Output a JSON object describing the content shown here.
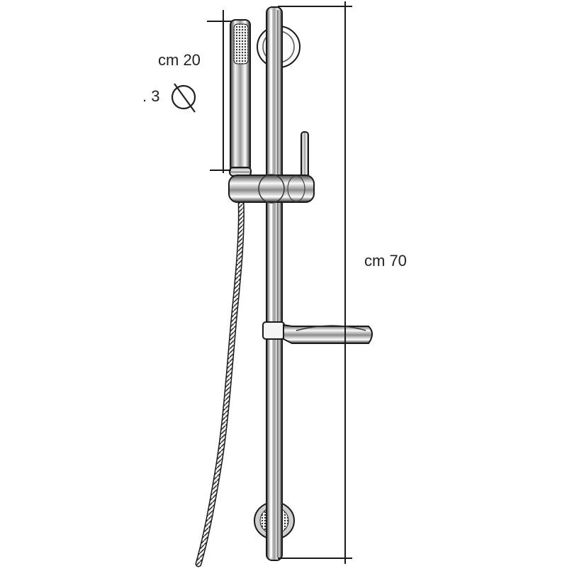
{
  "dimensions": {
    "handshower_height": "cm 20",
    "handshower_diameter_value": ". 3",
    "diameter_symbol": "diameter-symbol",
    "rail_length": "cm 70"
  },
  "colors": {
    "line": "#1a1a1a",
    "chrome_dark": "#2b2b2b",
    "chrome_mid": "#8a8a8a",
    "chrome_light": "#f2f2f2"
  }
}
